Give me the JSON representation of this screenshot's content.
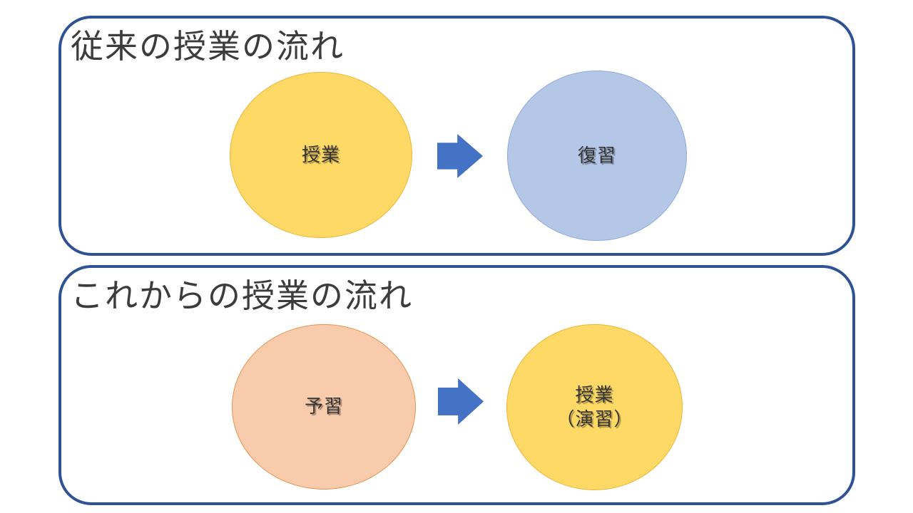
{
  "canvas": {
    "background": "#FFFFFF",
    "text_color": "#3C3C3C"
  },
  "sections": [
    {
      "title": "従来の授業の流れ",
      "border_color": "#2E5293",
      "arrow": {
        "name": "right-arrow",
        "color": "#4472C4"
      },
      "nodes": [
        {
          "label": "授業",
          "fill": "#FFD966",
          "stroke": "#F1B434"
        },
        {
          "label": "復習",
          "fill": "#B4C7E7",
          "stroke": "#8FAADC"
        }
      ]
    },
    {
      "title": "これからの授業の流れ",
      "border_color": "#2E5293",
      "arrow": {
        "name": "right-arrow",
        "color": "#4472C4"
      },
      "nodes": [
        {
          "label": "予習",
          "fill": "#F8CBAD",
          "stroke": "#E8934E"
        },
        {
          "label": "授業\n（演習）",
          "fill": "#FFD966",
          "stroke": "#F1B434"
        }
      ]
    }
  ]
}
